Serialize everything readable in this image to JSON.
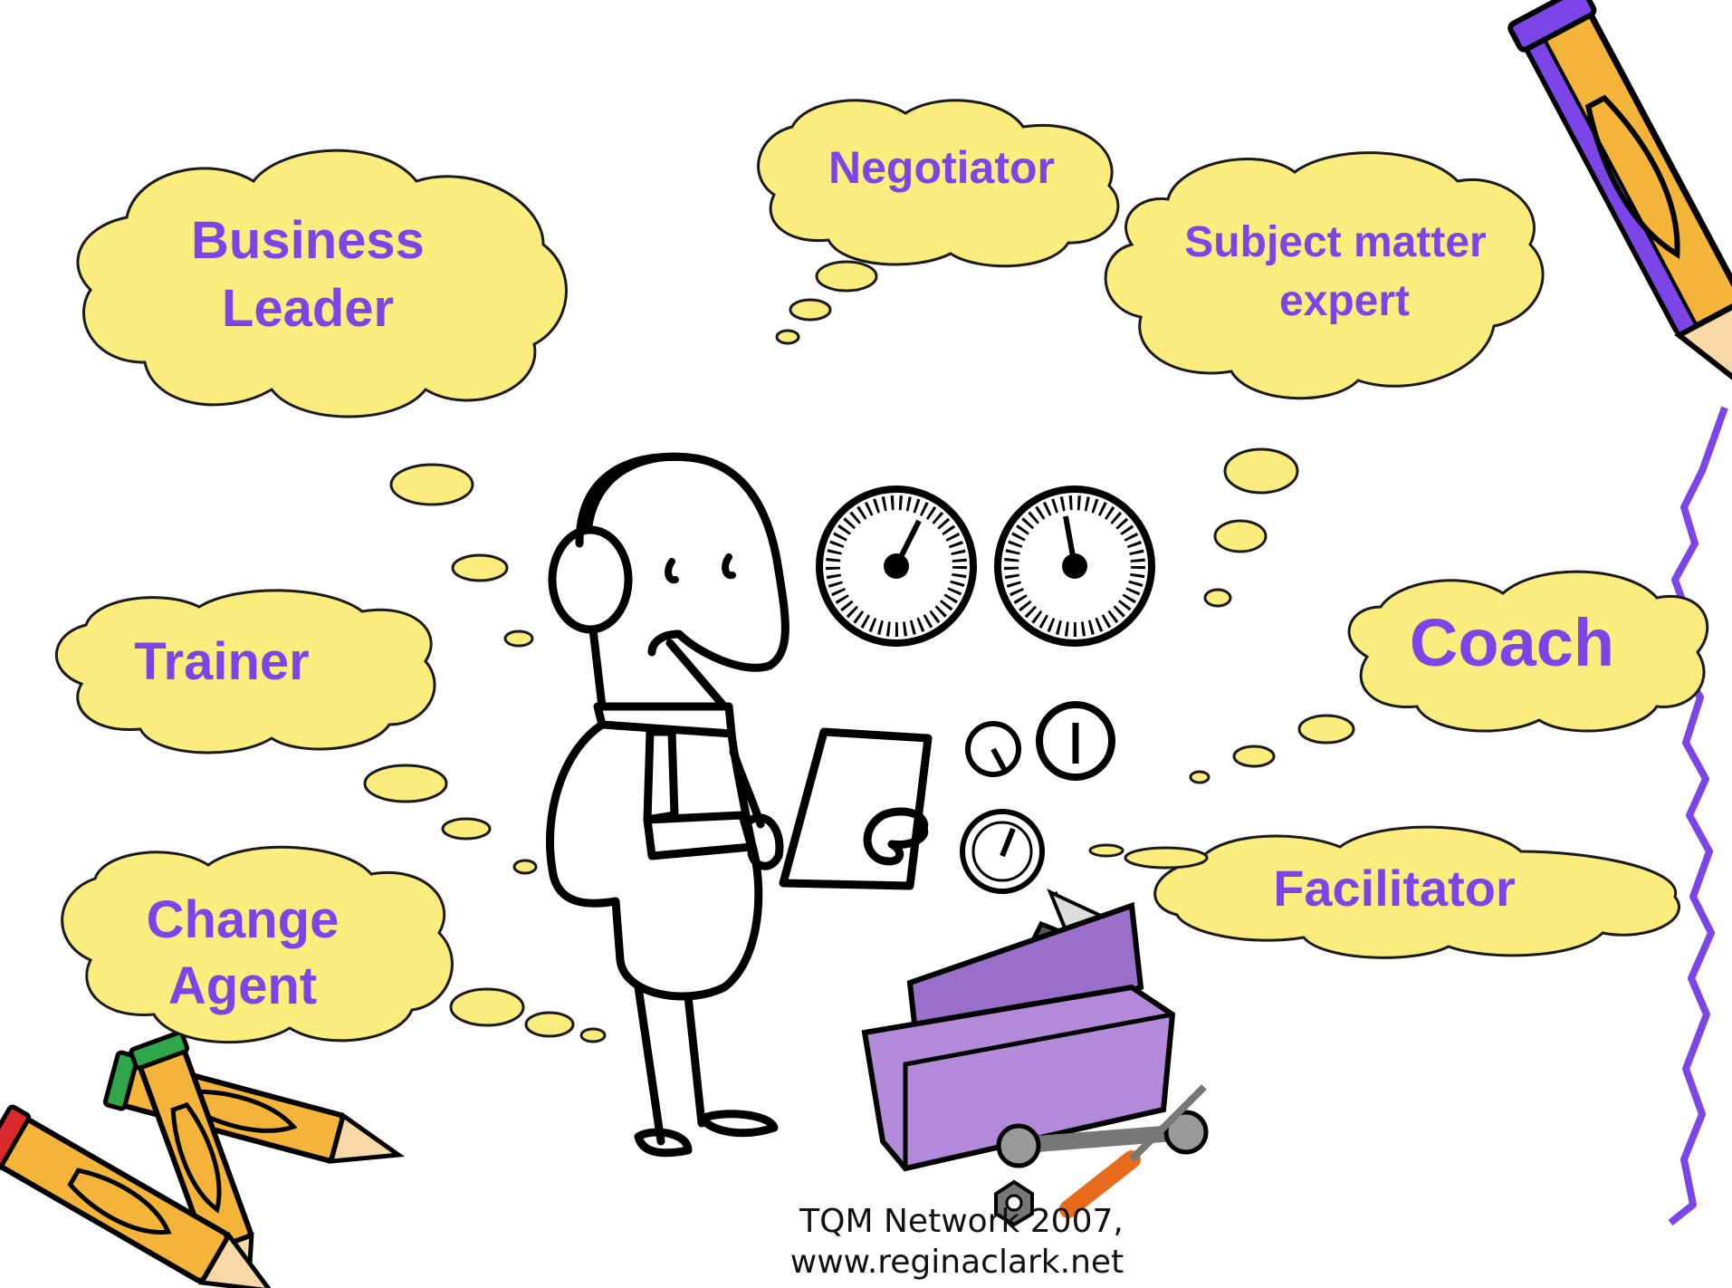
{
  "bubbles": {
    "business_leader": {
      "line1": "Business",
      "line2": "Leader"
    },
    "negotiator": {
      "line1": "Negotiator"
    },
    "subject_matter_expert": {
      "line1": "Subject matter",
      "line2": "expert"
    },
    "trainer": {
      "line1": "Trainer"
    },
    "coach": {
      "line1": "Coach"
    },
    "change_agent": {
      "line1": "Change",
      "line2": "Agent"
    },
    "facilitator": {
      "line1": "Facilitator"
    }
  },
  "footer": {
    "line1": "TQM Network 2007,",
    "line2": "www.reginaclark.net"
  },
  "colors": {
    "bubble_fill": "#fbec7e",
    "bubble_text": "#7b45e8",
    "squiggle": "#7b45e8",
    "toolbox": "#b38ad9",
    "pencil_body": "#f4b43a"
  },
  "icons": [
    "person-with-headphones-illustration",
    "gauge-icon",
    "toolbox-icon",
    "pencil-icon"
  ]
}
